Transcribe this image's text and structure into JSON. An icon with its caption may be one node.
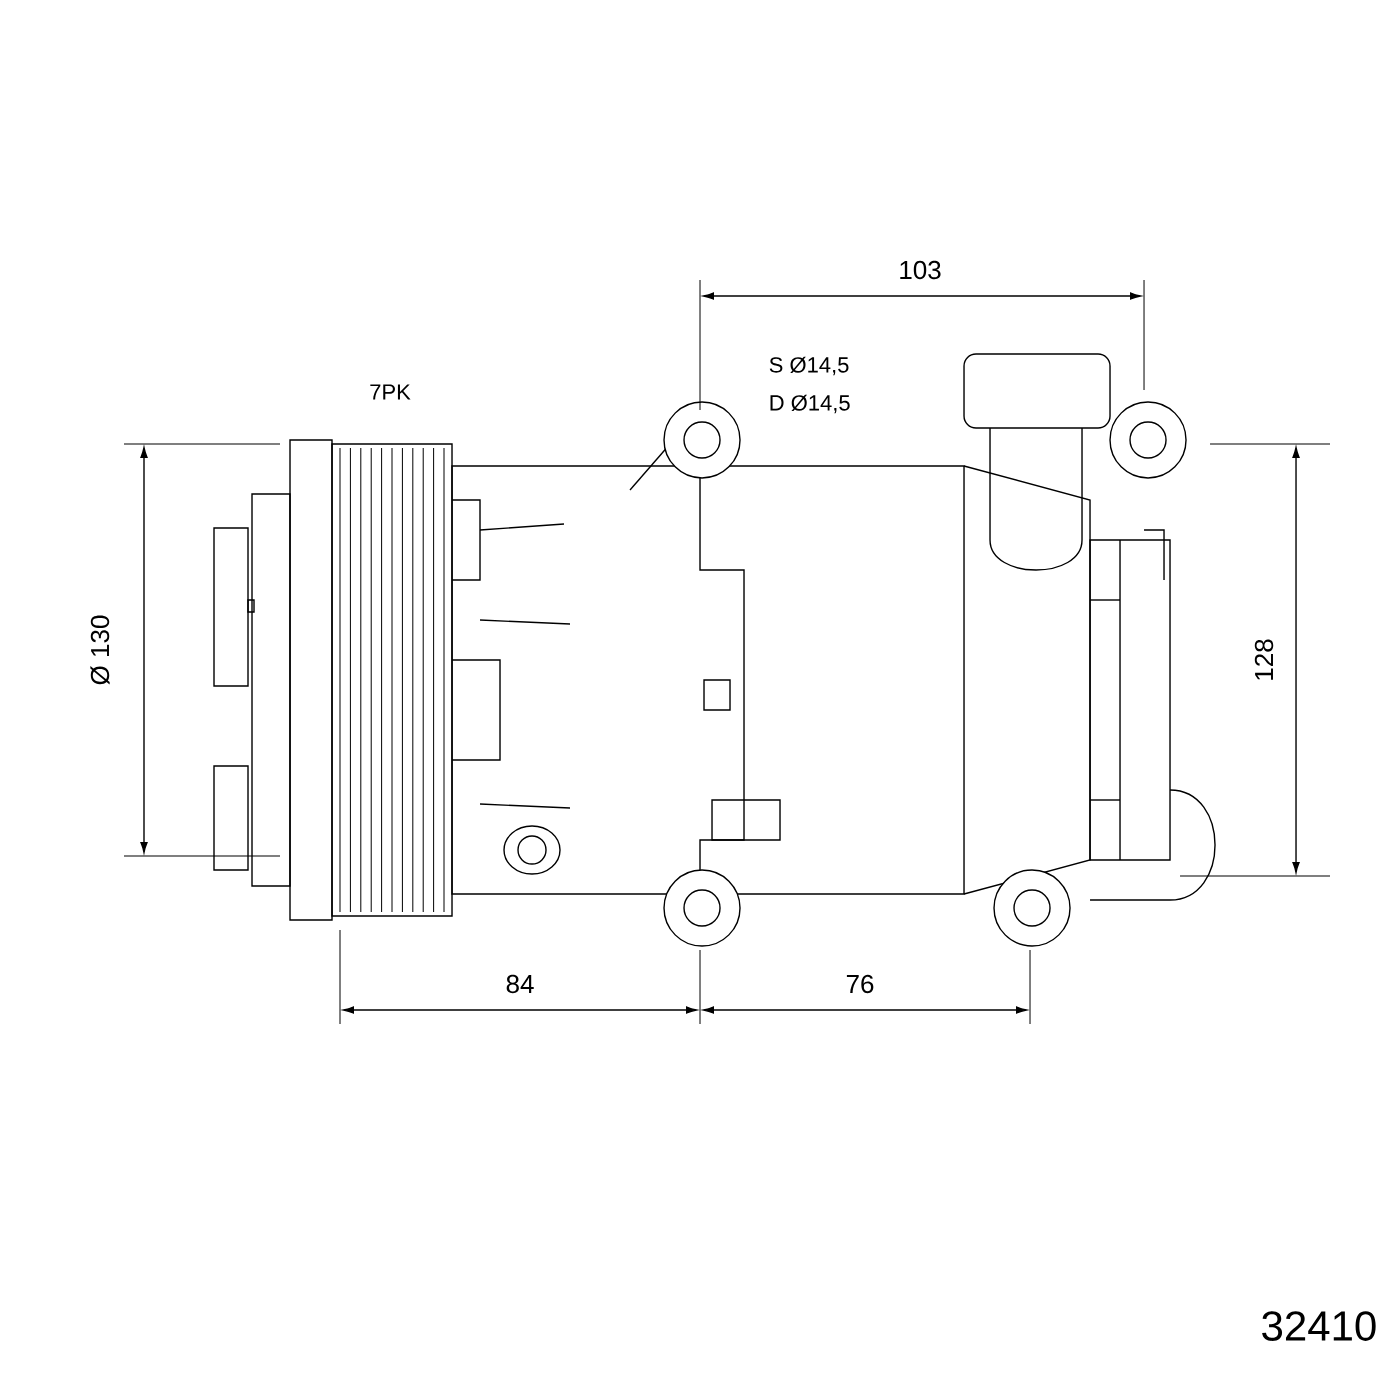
{
  "diagram": {
    "labels": [
      "103",
      "S Ø14,5",
      "D Ø14,5",
      "7PK",
      "Ø 130",
      "128",
      "84",
      "76",
      "32410"
    ]
  }
}
